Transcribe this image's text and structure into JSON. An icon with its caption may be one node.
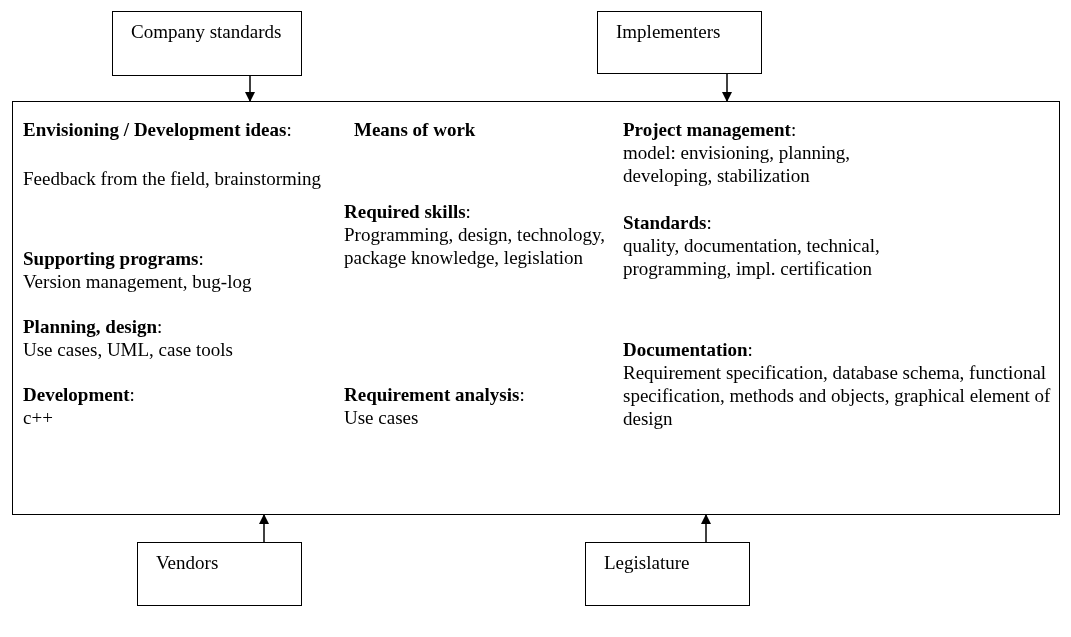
{
  "diagram": {
    "nodes": [
      {
        "text": [
          "Company standards"
        ]
      },
      {
        "text": [
          "Implementers"
        ]
      },
      {
        "text": [
          "**Envisioning / Development ideas**:",
          "Feedback from the field, brainstorming",
          "**Supporting programs**:",
          "Version management, bug-log",
          "**Planning, design**:",
          "Use cases, UML, case tools",
          "**Development**:",
          "c++",
          "Means of work",
          "**Required skills**:",
          "Programming, design, technology, package knowledge, legislation",
          "**Requirement analysis**:",
          "Use cases",
          "**Project management**:",
          "model: envisioning, planning, developing, stabilization",
          "**Standards**:",
          "quality, documentation, technical, programming, impl. certification",
          "**Documentation**:",
          "Requirement specification, database schema, functional specification, methods and objects, graphical element of design"
        ]
      },
      {
        "text": [
          "Vendors"
        ]
      },
      {
        "text": [
          "Legislature"
        ]
      }
    ],
    "edges": [
      {
        "from": 0,
        "to": 2,
        "arrow": "to"
      },
      {
        "from": 1,
        "to": 2,
        "arrow": "to"
      },
      {
        "from": 3,
        "to": 2,
        "arrow": "to"
      },
      {
        "from": 4,
        "to": 2,
        "arrow": "to"
      }
    ]
  }
}
